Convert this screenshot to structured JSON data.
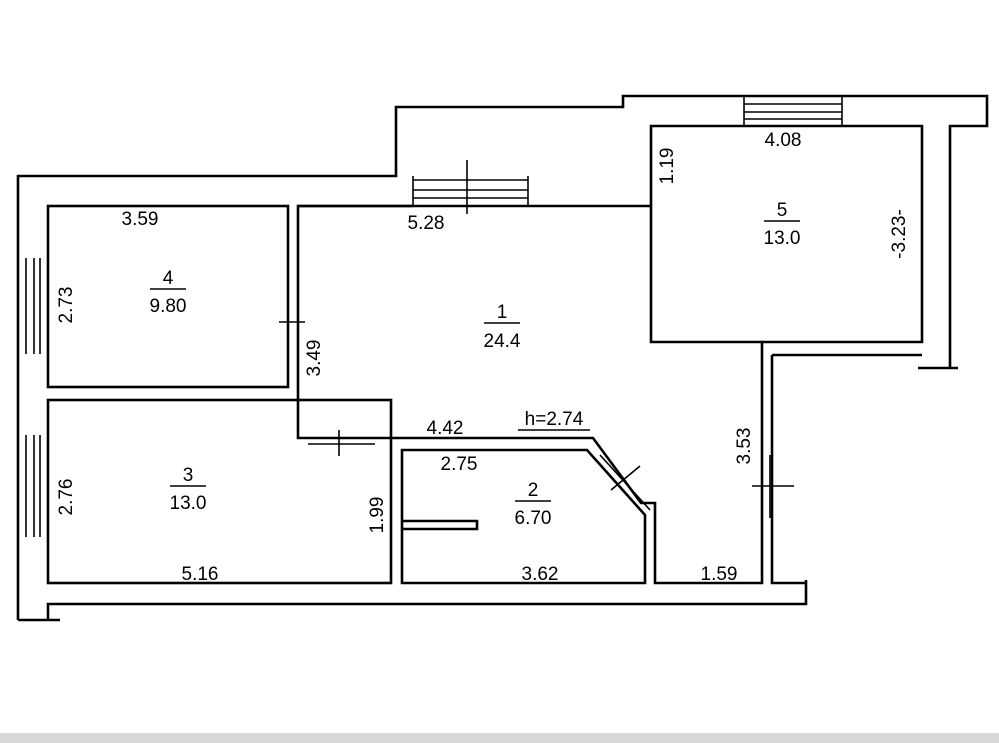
{
  "colors": {
    "ink": "#000000",
    "paper": "#ffffff",
    "bottom_band": "#d8d8d8"
  },
  "rooms": [
    {
      "id": "1",
      "number": "1",
      "area": "24.4"
    },
    {
      "id": "2",
      "number": "2",
      "area": "6.70"
    },
    {
      "id": "3",
      "number": "3",
      "area": "13.0"
    },
    {
      "id": "4",
      "number": "4",
      "area": "9.80"
    },
    {
      "id": "5",
      "number": "5",
      "area": "13.0"
    }
  ],
  "dimensions": {
    "room4_top": "3.59",
    "room4_left": "2.73",
    "room1_top": "5.28",
    "room1_left": "3.49",
    "room1_bottom": "4.42",
    "ceiling_height": "h=2.74",
    "room5_top": "4.08",
    "room5_left": "1.19",
    "room5_right": "-3.23-",
    "hall_right": "3.53",
    "room3_left": "2.76",
    "room3_right": "1.99",
    "room3_bottom": "5.16",
    "room2_top": "2.75",
    "room2_bottom": "3.62",
    "hall_bottom": "1.59"
  }
}
